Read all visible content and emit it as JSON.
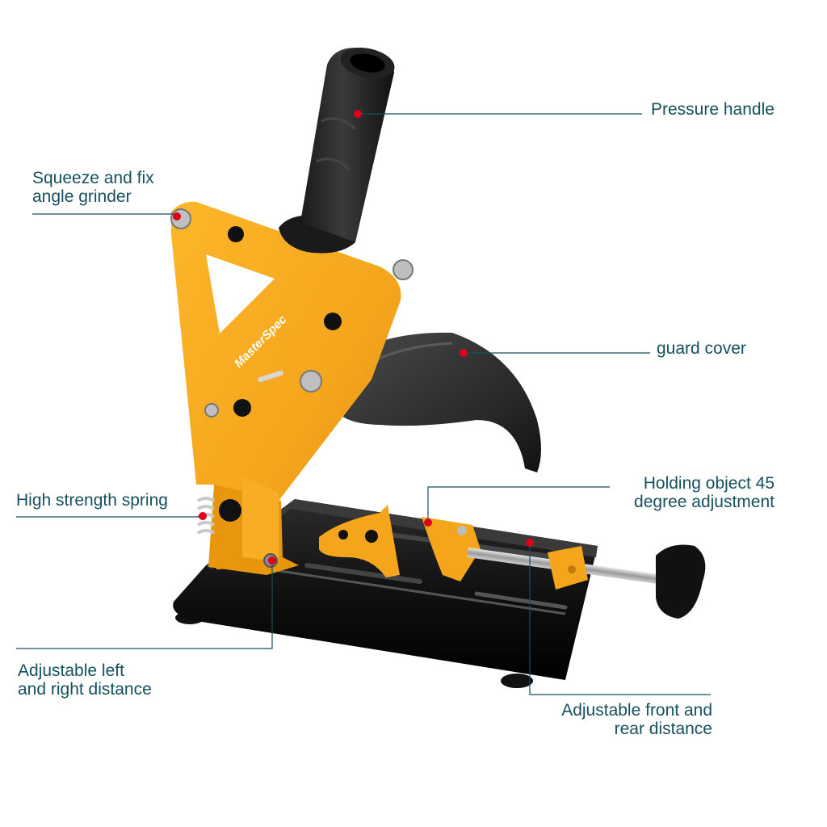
{
  "brand": "MasterSpec",
  "colors": {
    "label_text": "#16505e",
    "leader_line": "#16505e",
    "marker_dot": "#e0001b",
    "frame_orange": "#f4a51c",
    "base_black": "#141414"
  },
  "callouts": {
    "pressure_handle": "Pressure handle",
    "squeeze_fix": [
      "Squeeze and fix",
      "angle grinder"
    ],
    "guard_cover": "guard cover",
    "holding_object": [
      "Holding object 45",
      "degree adjustment"
    ],
    "high_strength_spring": "High strength spring",
    "adjustable_left_right": [
      "Adjustable left",
      "and right distance"
    ],
    "adjustable_front_rear": [
      "Adjustable front and",
      "rear distance"
    ]
  }
}
